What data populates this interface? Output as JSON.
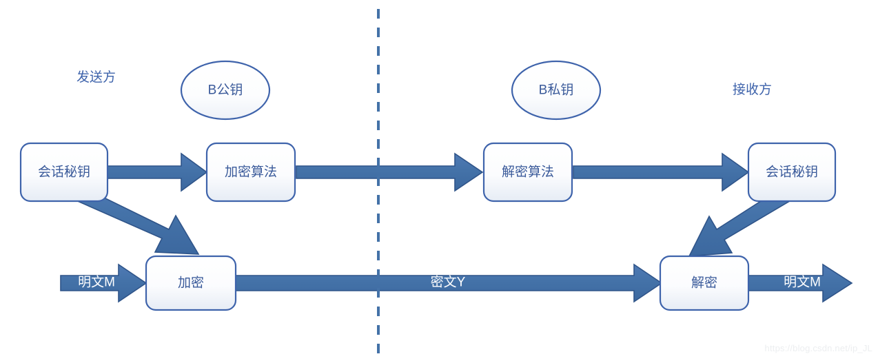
{
  "diagram": {
    "title": "Hybrid encryption session key exchange diagram",
    "colors": {
      "arrow_fill": "#4472a8",
      "arrow_stroke": "#2f5489",
      "node_stroke": "#3e63ab",
      "node_fill_top": "#ffffff",
      "node_fill_bottom": "#e9eef6",
      "text_blue": "#3a5a9a",
      "label_blue": "#3e63ab",
      "divider": "#4472a8",
      "background": "#ffffff",
      "arrow_text": "#ffffff"
    },
    "side_labels": [
      {
        "id": "sender",
        "text": "发送方"
      },
      {
        "id": "receiver",
        "text": "接收方"
      }
    ],
    "keys": [
      {
        "id": "public-key",
        "text": "B公钥"
      },
      {
        "id": "private-key",
        "text": "B私钥"
      }
    ],
    "nodes": [
      {
        "id": "session-key-left",
        "text": "会话秘钥"
      },
      {
        "id": "encrypt-algorithm",
        "text": "加密算法"
      },
      {
        "id": "decrypt-algorithm",
        "text": "解密算法"
      },
      {
        "id": "session-key-right",
        "text": "会话秘钥"
      },
      {
        "id": "encrypt",
        "text": "加密"
      },
      {
        "id": "decrypt",
        "text": "解密"
      }
    ],
    "flow_labels": [
      {
        "id": "plaintext-in",
        "text": "明文M"
      },
      {
        "id": "ciphertext",
        "text": "密文Y"
      },
      {
        "id": "plaintext-out",
        "text": "明文M"
      }
    ],
    "divider": {
      "id": "channel-divider",
      "style": "dashed"
    },
    "watermark": {
      "text": "https://blog.csdn.net/ip_JL"
    }
  }
}
